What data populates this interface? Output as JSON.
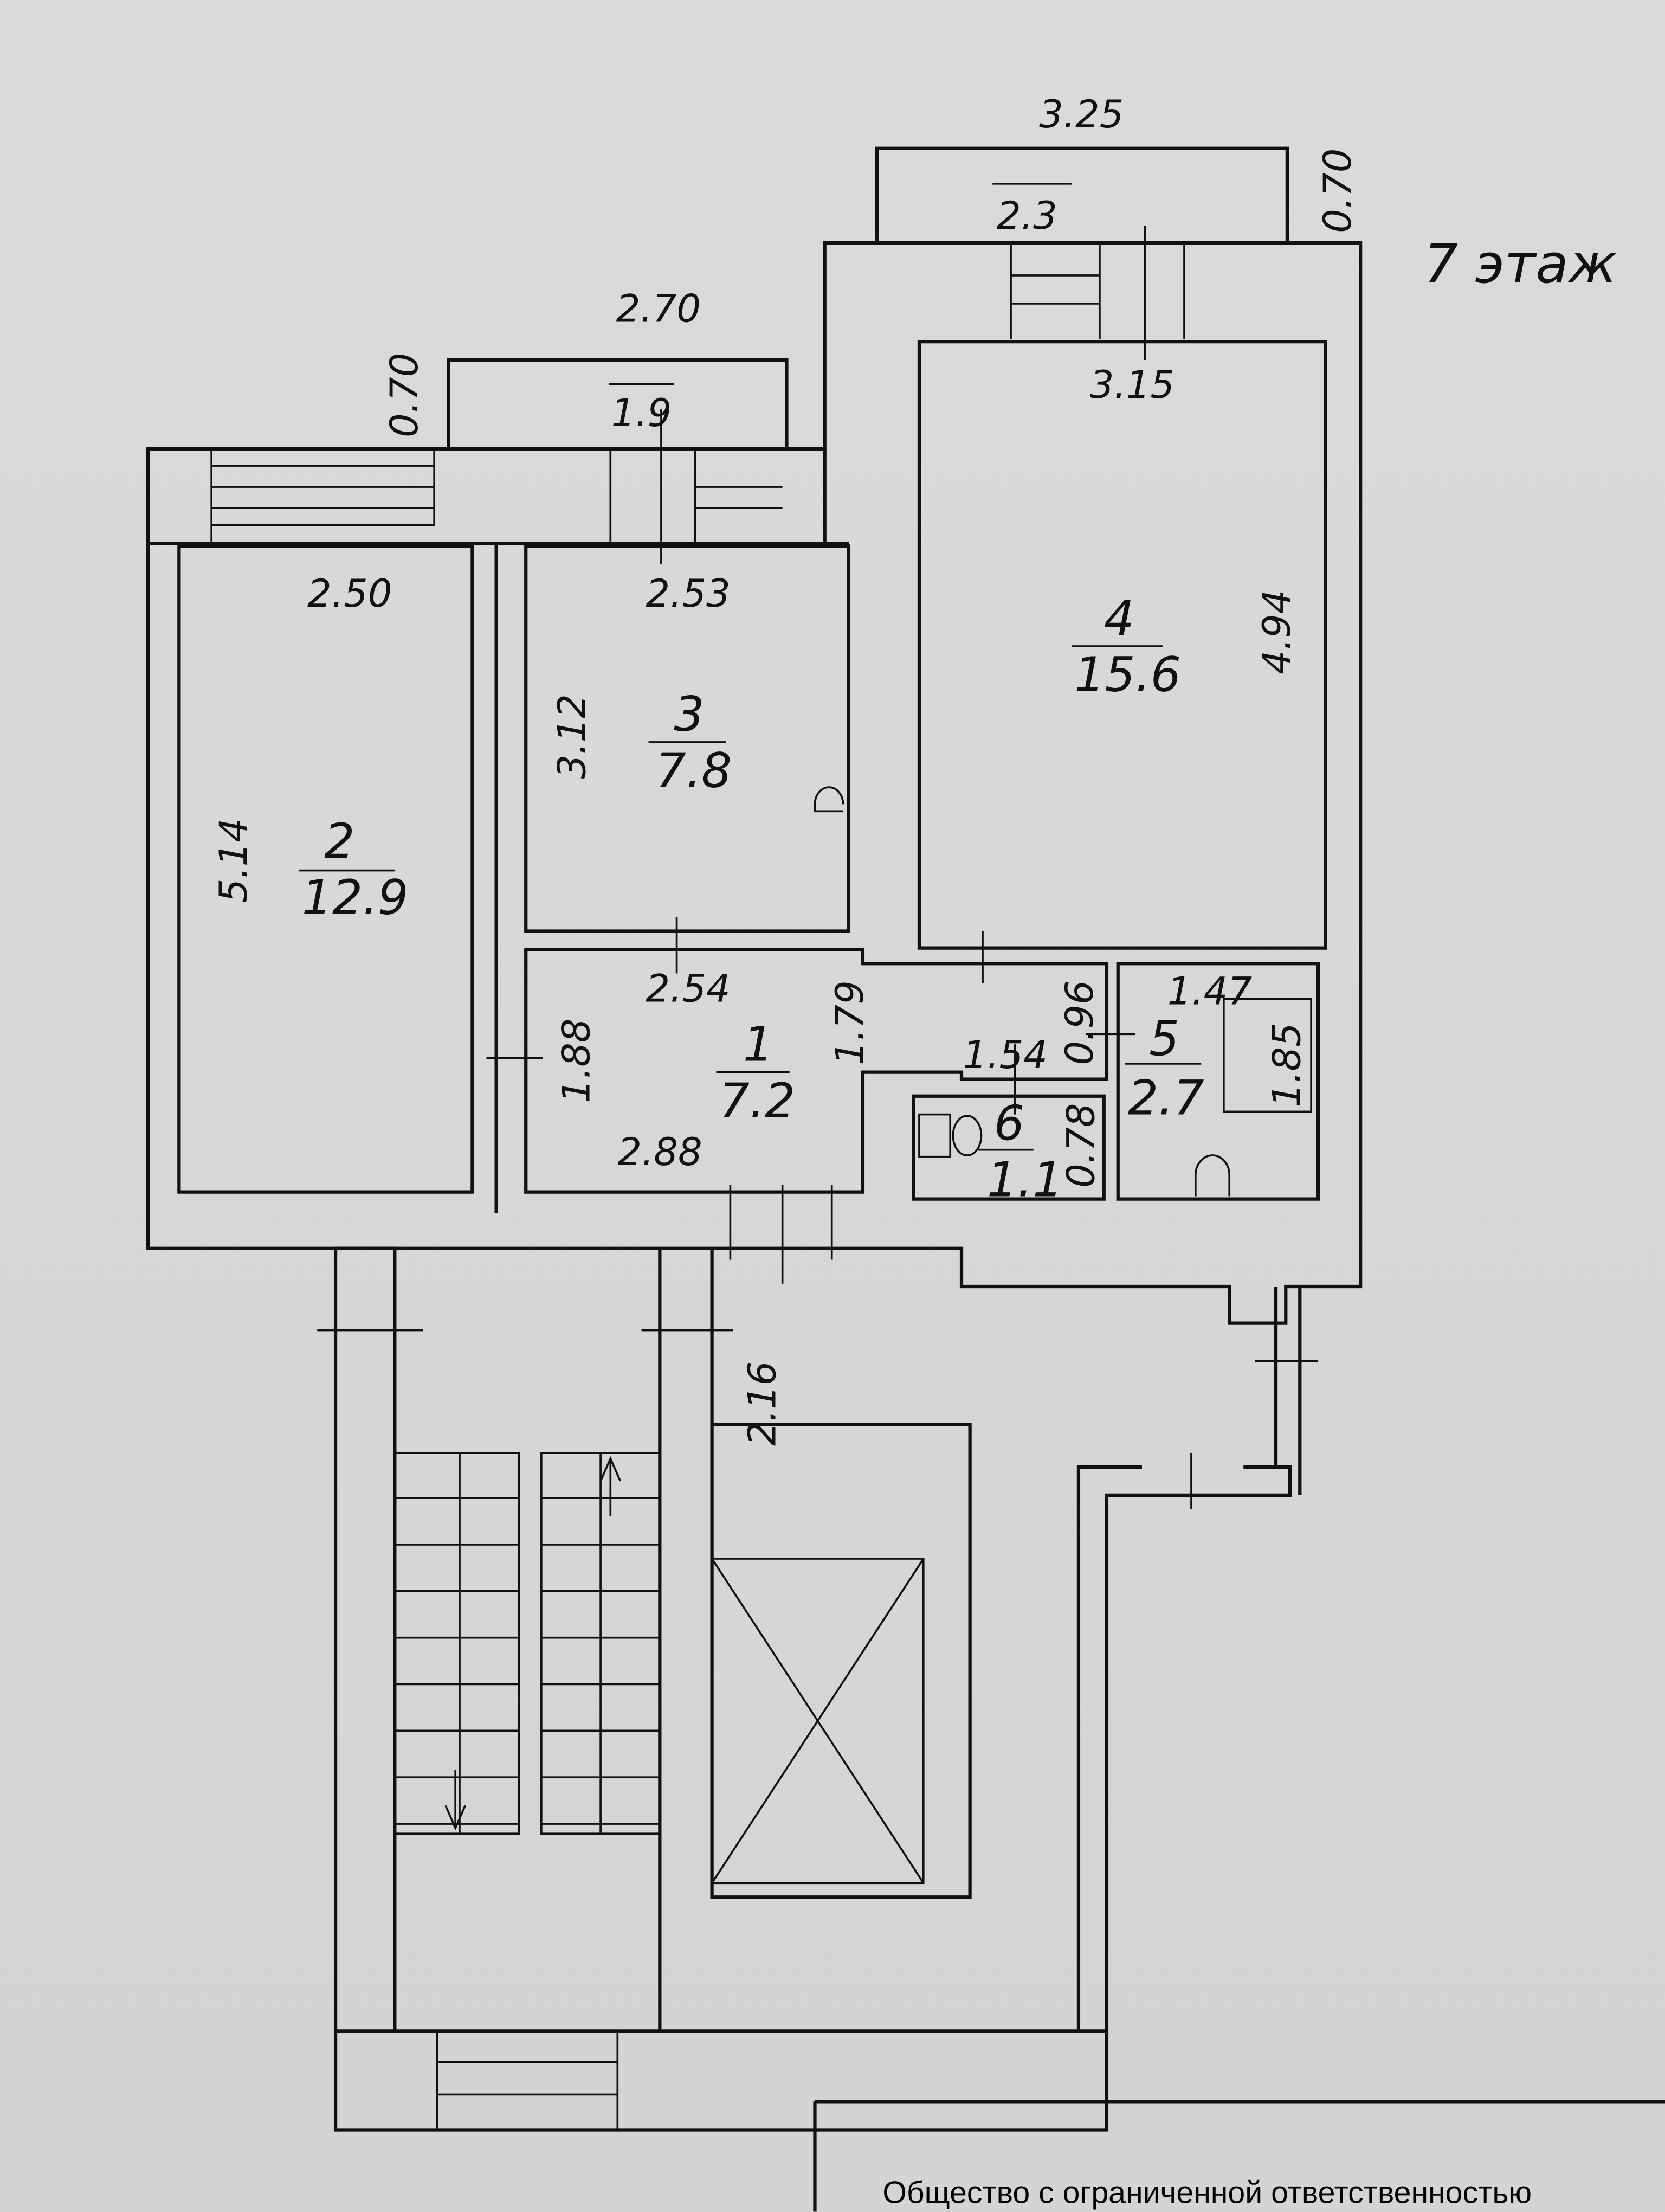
{
  "floor_label": "7 этаж",
  "rooms": [
    {
      "number": "1",
      "area": "7.2"
    },
    {
      "number": "2",
      "area": "12.9"
    },
    {
      "number": "3",
      "area": "7.8"
    },
    {
      "number": "4",
      "area": "15.6"
    },
    {
      "number": "5",
      "area": "2.7"
    },
    {
      "number": "6",
      "area": "1.1"
    }
  ],
  "balconies": [
    {
      "area": "1.9",
      "width": "2.70",
      "depth": "0.70"
    },
    {
      "area": "2.3",
      "width": "3.25",
      "depth": "0.70"
    }
  ],
  "dimensions": {
    "room2_width": "2.50",
    "room2_length": "5.14",
    "room3_width": "2.53",
    "room3_length": "3.12",
    "room4_width": "3.15",
    "room4_length": "4.94",
    "room1_top": "2.54",
    "room1_bottom": "2.88",
    "room1_left": "1.88",
    "room1_mid": "1.79",
    "corridor_width": "1.54",
    "corridor_height": "0.96",
    "room5_width": "1.47",
    "room5_length": "1.85",
    "room6_height": "0.78",
    "lobby": "2.16"
  },
  "title_block": {
    "organization": "Общество с ограниченной ответственностью"
  }
}
